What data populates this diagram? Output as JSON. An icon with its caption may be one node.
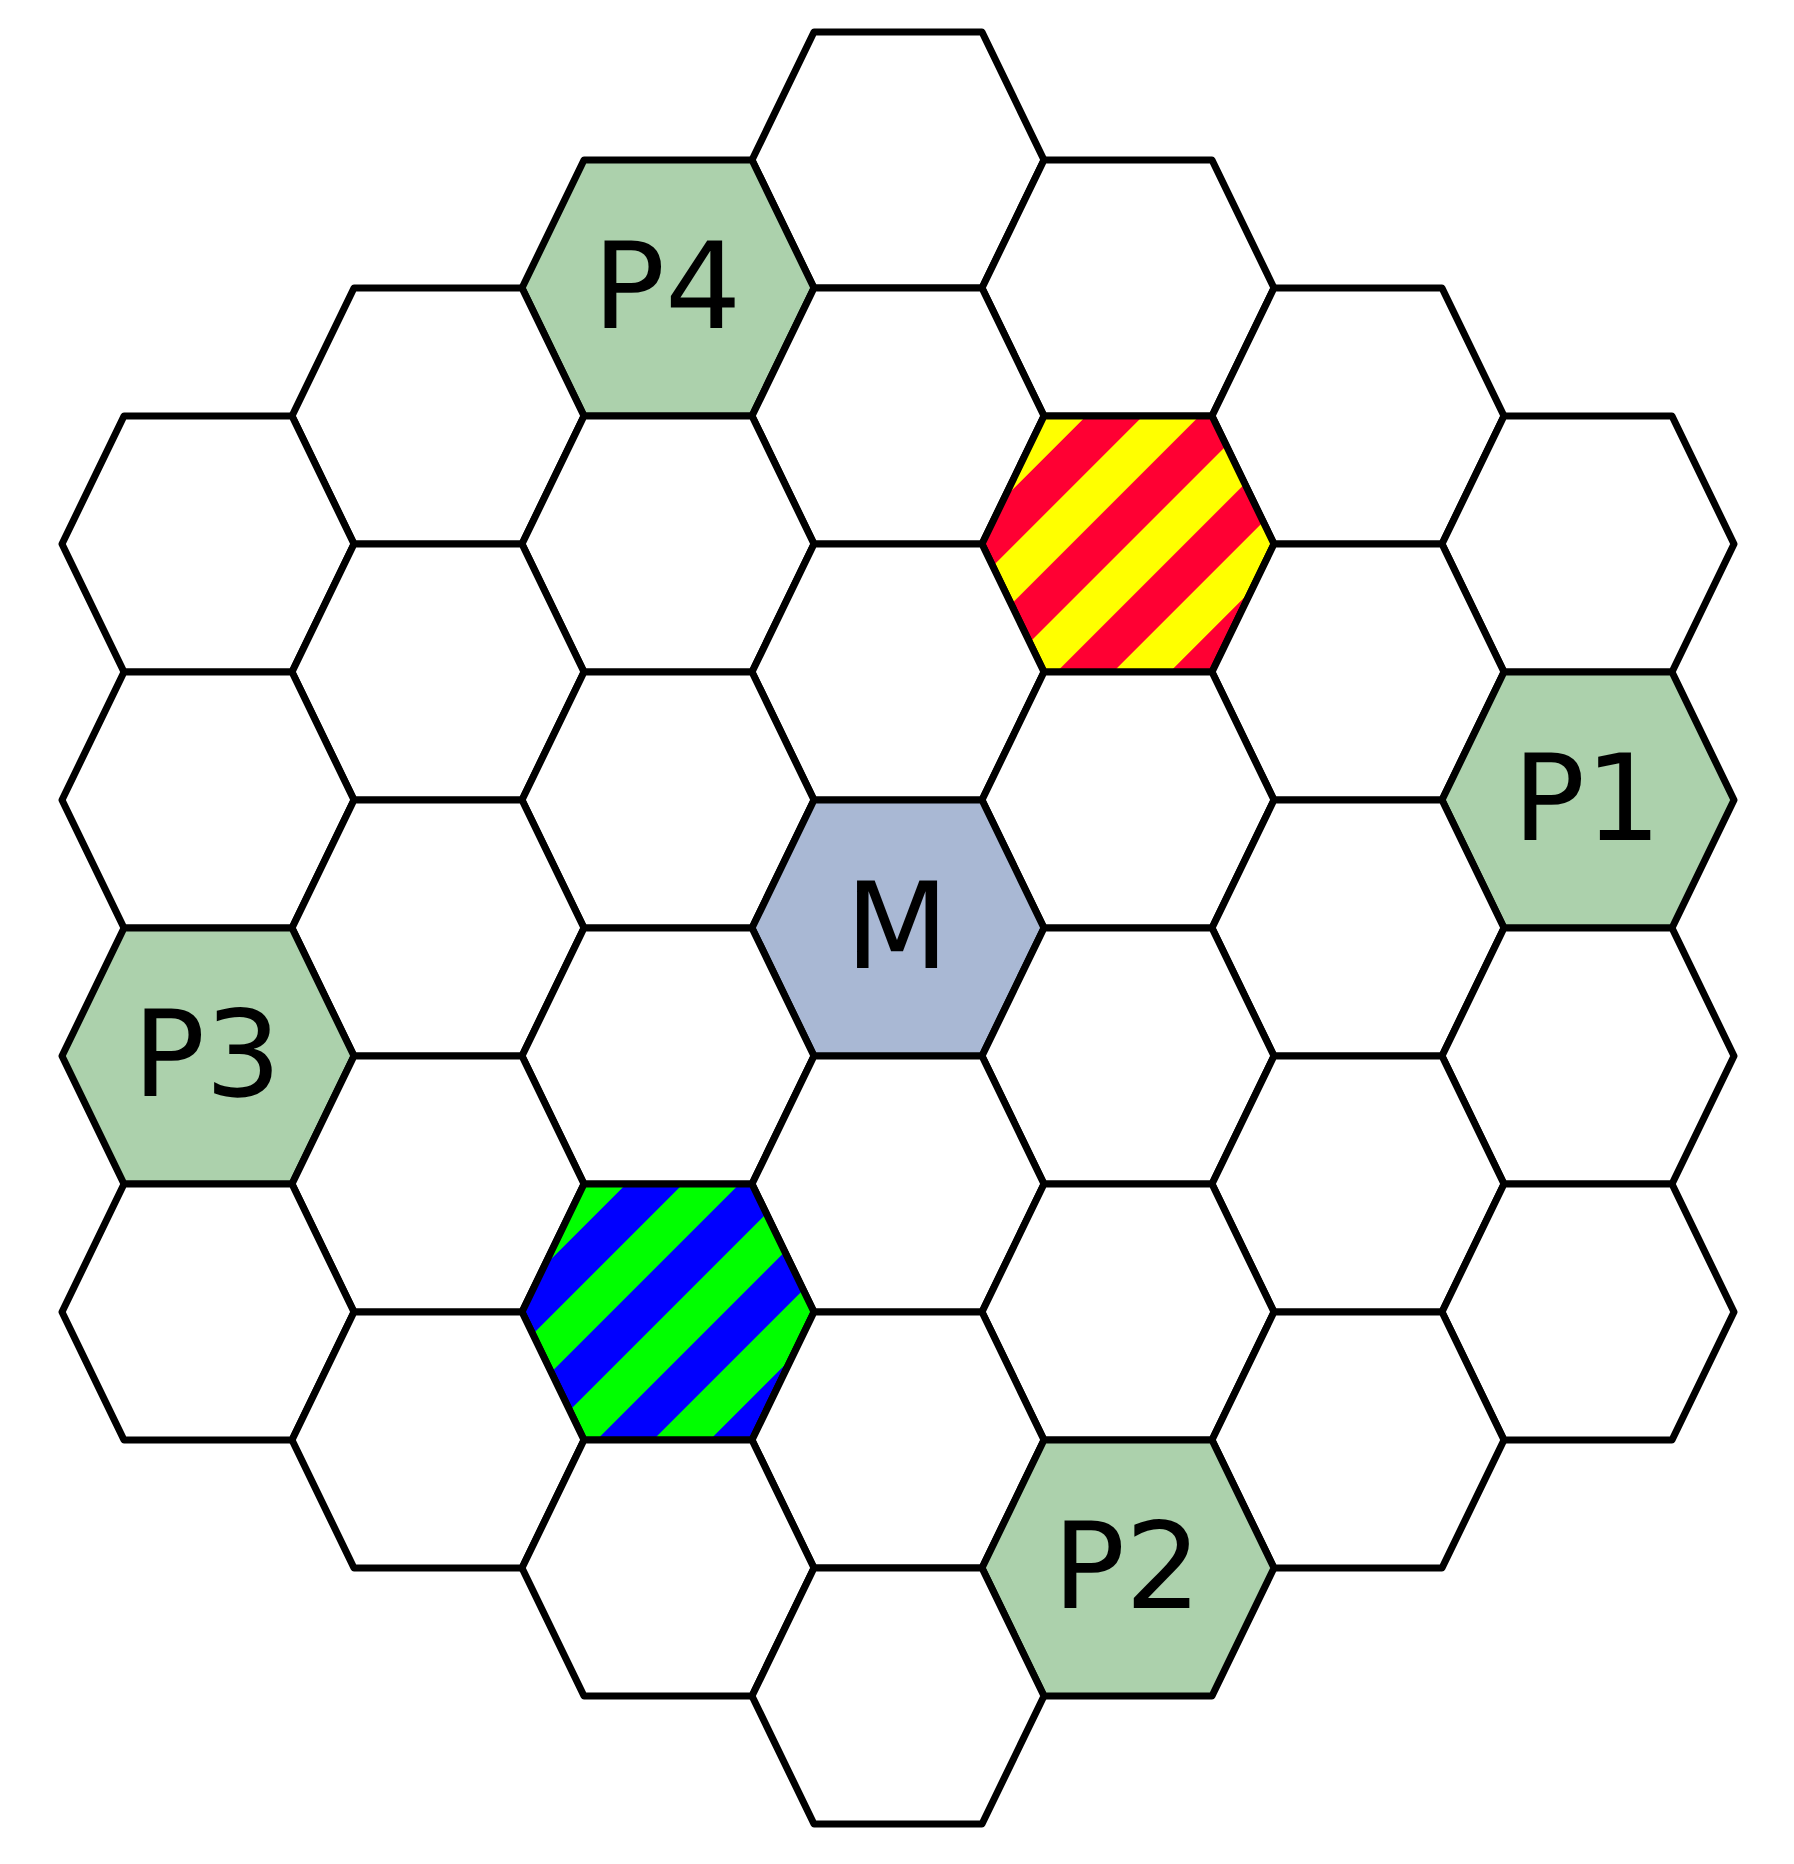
{
  "diagram": {
    "nodes": [
      {
        "text": [],
        "shape": "hexagon"
      },
      {
        "text": [
          "P4"
        ]
      },
      {
        "text": [],
        "shape": "hexagon"
      },
      {
        "text": [],
        "shape": "hexagon"
      },
      {
        "text": [],
        "shape": "hexagon"
      },
      {
        "text": [],
        "shape": "hexagon"
      },
      {
        "text": [],
        "shape": "hexagon"
      },
      {
        "text": [],
        "shape": "hexagon"
      },
      {
        "text": [],
        "shape": "hexagon"
      },
      {
        "text": [],
        "shape": "hexagon"
      },
      {
        "text": [],
        "shape": "hexagon"
      },
      {
        "text": [],
        "shape": "hexagon"
      },
      {
        "text": [],
        "shape": "hexagon"
      },
      {
        "text": [],
        "shape": "hexagon"
      },
      {
        "text": [],
        "shape": "hexagon"
      },
      {
        "text": [],
        "shape": "hexagon"
      },
      {
        "text": [
          "P1"
        ]
      },
      {
        "text": [],
        "shape": "hexagon"
      },
      {
        "text": [
          "M"
        ]
      },
      {
        "text": [],
        "shape": "hexagon"
      },
      {
        "text": [
          "P3"
        ]
      },
      {
        "text": [],
        "shape": "hexagon"
      },
      {
        "text": [],
        "shape": "hexagon"
      },
      {
        "text": [],
        "shape": "hexagon"
      },
      {
        "text": [],
        "shape": "hexagon"
      },
      {
        "text": [],
        "shape": "hexagon"
      },
      {
        "text": [],
        "shape": "hexagon"
      },
      {
        "text": [],
        "shape": "hexagon"
      },
      {
        "text": [],
        "shape": "hexagon"
      },
      {
        "text": [],
        "shape": "hexagon"
      },
      {
        "text": [],
        "shape": "hexagon"
      },
      {
        "text": [],
        "shape": "hexagon"
      },
      {
        "text": [],
        "shape": "hexagon"
      },
      {
        "text": [],
        "shape": "hexagon"
      },
      {
        "text": [],
        "shape": "hexagon"
      },
      {
        "text": [
          "P2"
        ]
      },
      {
        "text": [],
        "shape": "hexagon"
      }
    ]
  }
}
